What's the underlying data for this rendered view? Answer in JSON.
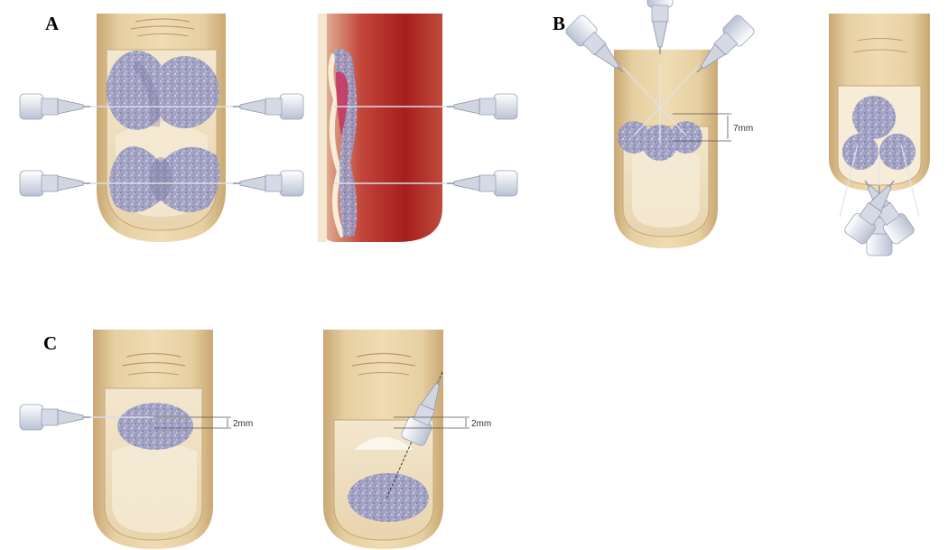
{
  "panels": [
    {
      "label": "A"
    },
    {
      "label": "B",
      "measure": "7mm"
    },
    {
      "label": "C",
      "measure": "2mm",
      "measure2": "2mm"
    }
  ],
  "colors": {
    "skin": "#e3cb9b",
    "skin_dark": "#c4a372",
    "nail": "#f1e3c6",
    "lunula": "#fbf6ec",
    "tumor": "#9a9ac3",
    "blood": "#b82c28",
    "needle": "#dfe4ee"
  }
}
